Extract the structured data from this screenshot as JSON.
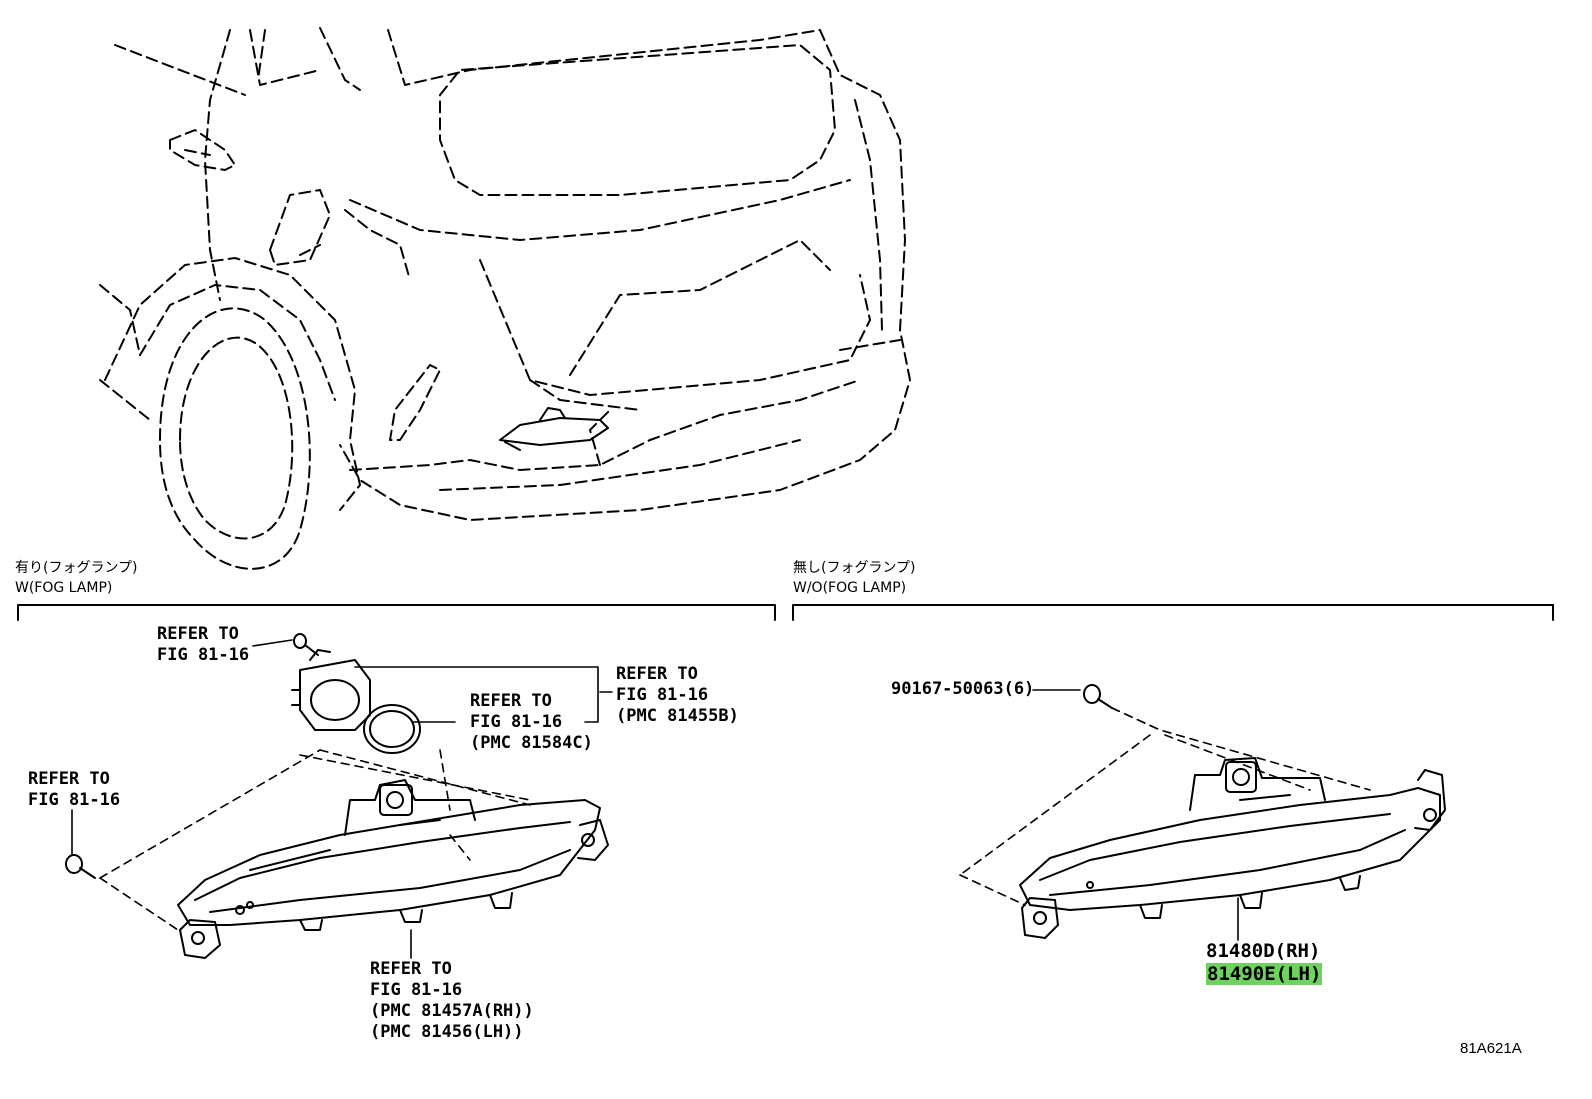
{
  "sections": {
    "with_fog": {
      "jp": "有り(フォグランプ)",
      "en": "W(FOG LAMP)"
    },
    "without_fog": {
      "jp": "無し(フォグランプ)",
      "en": "W/O(FOG LAMP)"
    }
  },
  "callouts": {
    "refer_top_left": [
      "REFER TO",
      "FIG 81-16"
    ],
    "refer_socket": [
      "REFER TO",
      "FIG 81-16",
      "(PMC 81455B)"
    ],
    "refer_gasket": [
      "REFER TO",
      "FIG 81-16",
      "(PMC 81584C)"
    ],
    "refer_left_screw": [
      "REFER TO",
      "FIG 81-16"
    ],
    "refer_bottom": [
      "REFER TO",
      "FIG 81-16",
      "(PMC 81457A(RH))",
      "(PMC 81456(LH))"
    ],
    "screw_part": "90167-50063(6)",
    "part_rh": "81480D(RH)",
    "part_lh": "81490E(LH)"
  },
  "highlight_color": "#6fd15f",
  "diagram_code": "81A621A"
}
